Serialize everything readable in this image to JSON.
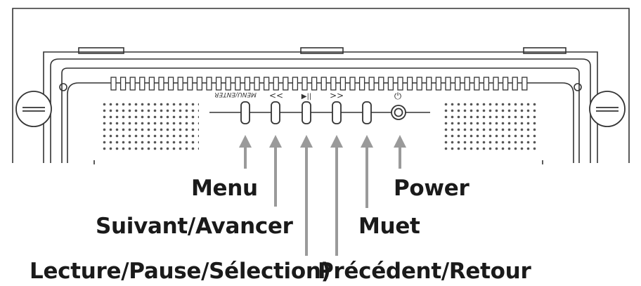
{
  "device_labels": {
    "menu_imprint": "MENU/ENTER",
    "rewind_icon": "<<",
    "play_pause_icon": "▶||",
    "forward_icon": ">>",
    "power_icon": "⏻"
  },
  "callouts": {
    "menu": "Menu",
    "power": "Power",
    "suivant_avancer": "Suivant/Avancer",
    "muet": "Muet",
    "lecture_pause_selection": "Lecture/Pause/Sélection)",
    "precedent_retour": "Précédent/Retour"
  },
  "colors": {
    "line_art": "#333333",
    "arrows": "#9a9a9a",
    "text": "#1a1a1a"
  }
}
